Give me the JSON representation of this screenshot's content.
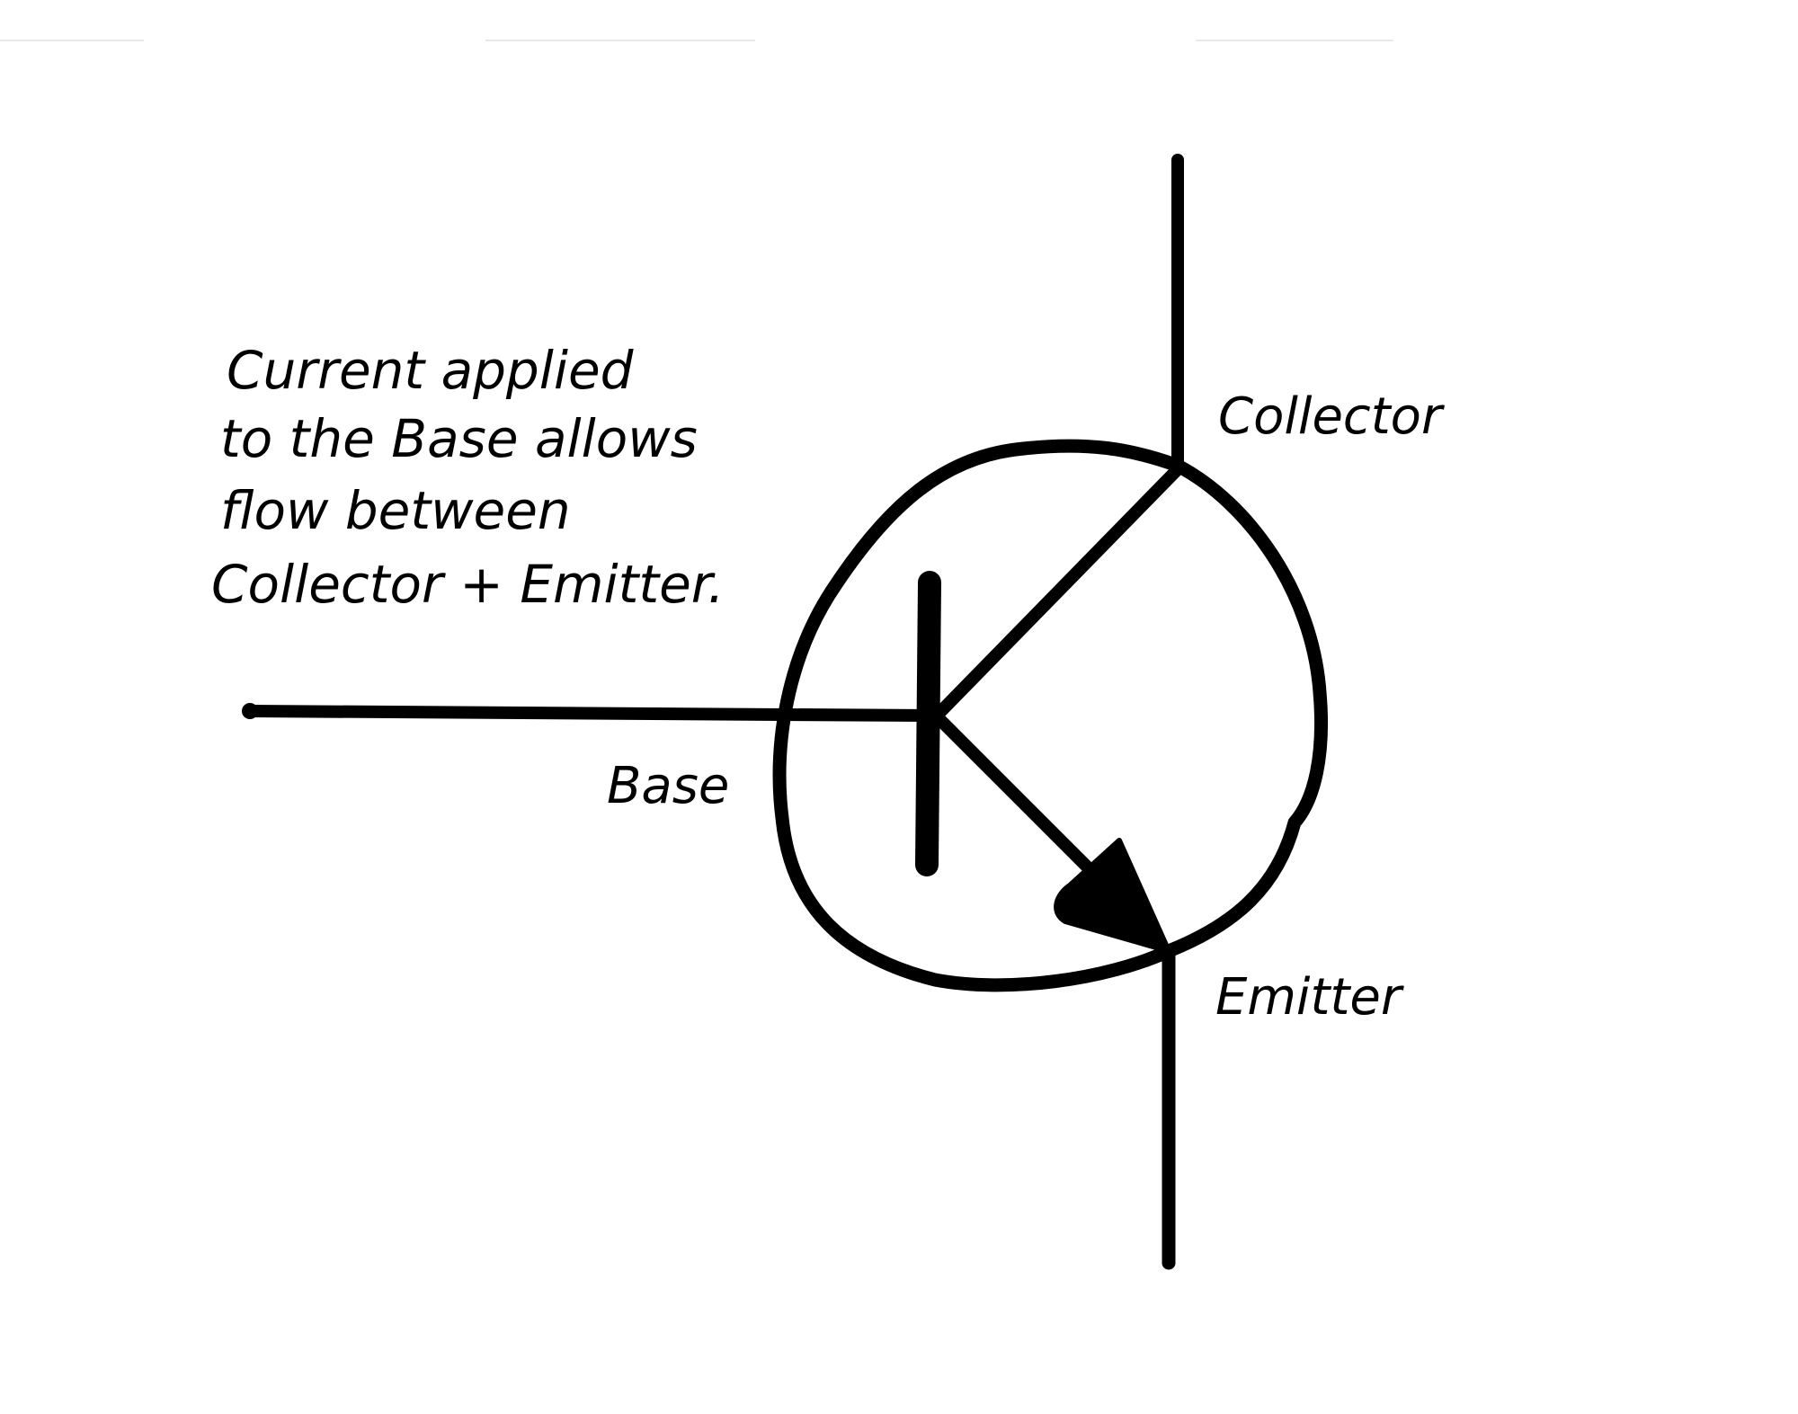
{
  "diagram": {
    "type": "NPN transistor schematic symbol (hand-drawn)",
    "stroke_color": "#000000",
    "background": "#ffffff",
    "note": {
      "lines": [
        "Current applied",
        "to the Base allows",
        "flow between",
        "Collector + Emitter."
      ]
    },
    "labels": {
      "collector": "Collector",
      "base": "Base",
      "emitter": "Emitter"
    }
  }
}
